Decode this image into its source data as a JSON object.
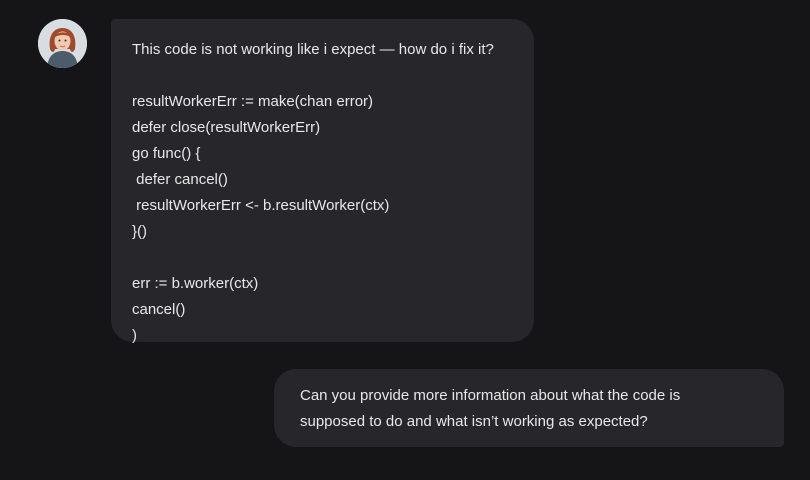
{
  "conversation": {
    "user_message": {
      "avatar_icon": "user-avatar-photo",
      "question": "This code is not working like i expect — how do i fix it?",
      "code_block_1": [
        "resultWorkerErr := make(chan error)",
        "defer close(resultWorkerErr)",
        "go func() {",
        " defer cancel()",
        " resultWorkerErr <- b.resultWorker(ctx)",
        "}()"
      ],
      "code_block_2": [
        "err := b.worker(ctx)",
        "cancel()",
        ")"
      ]
    },
    "assistant_message": {
      "lines": [
        "Can you provide more information about what the code is",
        "supposed to do and what isn’t working as expected?"
      ]
    }
  },
  "colors": {
    "background": "#151518",
    "bubble": "#27272b",
    "text": "#e8e8e8"
  }
}
